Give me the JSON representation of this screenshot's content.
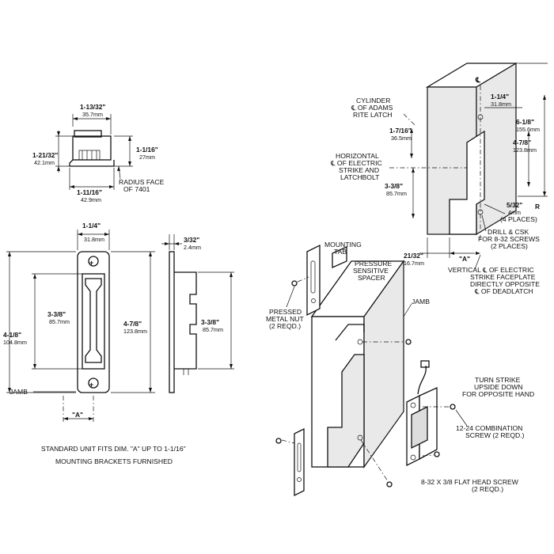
{
  "top_detail": {
    "width_in": "1-13/32\"",
    "width_mm": "35.7mm",
    "height_in": "1-21/32\"",
    "height_mm": "42.1mm",
    "depth_in": "1-1/16\"",
    "depth_mm": "27mm",
    "bottom_in": "1-11/16\"",
    "bottom_mm": "42.9mm",
    "radius_line1": "RADIUS FACE",
    "radius_line2": "OF 7401"
  },
  "front_view": {
    "top_in": "1-1/4\"",
    "top_mm": "31.8mm",
    "inner_in": "3-3/8\"",
    "inner_mm": "85.7mm",
    "outer_in": "4-1/8\"",
    "outer_mm": "104.8mm",
    "right_in": "4-7/8\"",
    "right_mm": "123.8mm",
    "jamb": "JAMB",
    "a_dim": "\"A\""
  },
  "side_view": {
    "thick_in": "3/32\"",
    "thick_mm": "2.4mm",
    "inner_in": "3-3/8\"",
    "inner_mm": "85.7mm"
  },
  "notes": {
    "line1": "STANDARD UNIT FITS DIM. \"A\" UP TO 1-1/16\"",
    "line2": "MOUNTING BRACKETS FURNISHED"
  },
  "cutout": {
    "cyl1": "CYLINDER",
    "cyl2": "℄ OF ADAMS",
    "cyl3": "RITE LATCH",
    "d1_in": "1-7/16\"",
    "d1_mm": "36.5mm",
    "h1": "HORIZONTAL",
    "h2": "℄ OF ELECTRIC",
    "h3": "STRIKE AND",
    "h4": "LATCHBOLT",
    "d2_in": "3-3/8\"",
    "d2_mm": "85.7mm",
    "w_in": "1-1/4\"",
    "w_mm": "31.8mm",
    "h6_in": "6-1/8\"",
    "h6_mm": "155.6mm",
    "h4_in": "4-7/8\"",
    "h4_mm": "123.8mm",
    "r_in": "5/32\"",
    "r_mm": "4mm",
    "r_lbl": "R",
    "r_note": "(4 PLACES)",
    "drill1": "DRILL & CSK",
    "drill2": "FOR 8-32 SCREWS",
    "drill3": "(2 PLACES)",
    "b_in": "21/32\"",
    "b_mm": "16.7mm",
    "a_dim": "\"A\"",
    "v1": "VERTICAL ℄ OF ELECTRIC",
    "v2": "STRIKE FACEPLATE",
    "v3": "DIRECTLY OPPOSITE",
    "v4": "℄ OF DEADLATCH"
  },
  "exploded": {
    "tab1": "MOUNTING",
    "tab2": "TAB",
    "ps1": "PRESSURE",
    "ps2": "SENSITIVE",
    "ps3": "SPACER",
    "pn1": "PRESSED",
    "pn2": "METAL NUT",
    "pn3": "(2 REQD.)",
    "jamb": "JAMB",
    "ts1": "TURN STRIKE",
    "ts2": "UPSIDE DOWN",
    "ts3": "FOR OPPOSITE HAND",
    "cs1": "12-24 COMBINATION",
    "cs2": "SCREW (2 REQD.)",
    "fh1": "8-32 X 3/8 FLAT HEAD SCREW",
    "fh2": "(2 REQD.)"
  }
}
